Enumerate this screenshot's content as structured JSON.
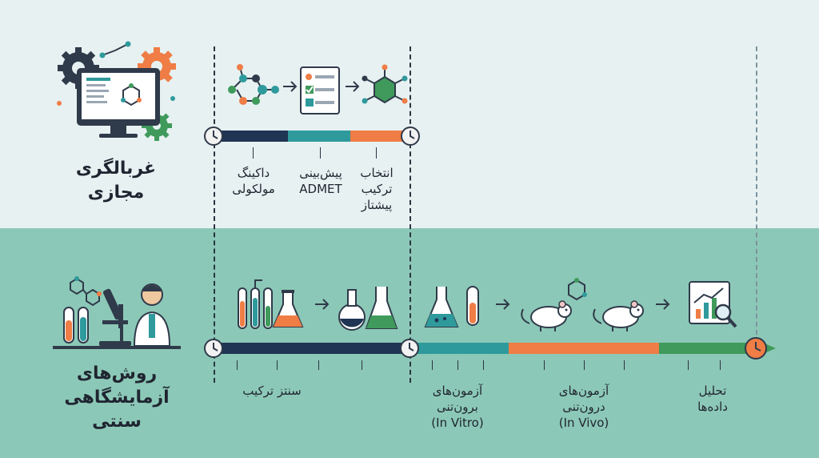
{
  "sections": {
    "virtual": {
      "title_line1": "غربالگری",
      "title_line2": "مجازی",
      "steps": [
        {
          "label_line1": "داکینگ",
          "label_line2": "مولکولی"
        },
        {
          "label_line1": "پیش‌بینی",
          "label_line2": "ADMET"
        },
        {
          "label_line1": "انتخاب",
          "label_line2": "ترکیب",
          "label_line3": "پیشتاز"
        }
      ]
    },
    "traditional": {
      "title_line1": "روش‌های",
      "title_line2": "آزمایشگاهی",
      "title_line3": "سنتی",
      "steps": [
        {
          "label_line1": "سنتز ترکیب"
        },
        {
          "label_line1": "آزمون‌های",
          "label_line2": "برون‌تنی",
          "label_line3": "(In Vitro)"
        },
        {
          "label_line1": "آزمون‌های",
          "label_line2": "درون‌تنی",
          "label_line3": "(In Vivo)"
        },
        {
          "label_line1": "تحلیل",
          "label_line2": "داده‌ها"
        }
      ]
    }
  },
  "colors": {
    "navy": "#1f3553",
    "teal": "#2f9a9c",
    "orange": "#ef7d45",
    "green": "#3f9a5b",
    "top_bg": "#e7f1f2",
    "bottom_bg": "#8cc8b7"
  },
  "icons": [
    "gear-icon",
    "monitor-icon",
    "molecule-icon",
    "checklist-icon",
    "clock-icon",
    "test-tube-icon",
    "flask-icon",
    "mouse-icon",
    "chart-magnifier-icon",
    "scientist-icon",
    "microscope-icon"
  ]
}
